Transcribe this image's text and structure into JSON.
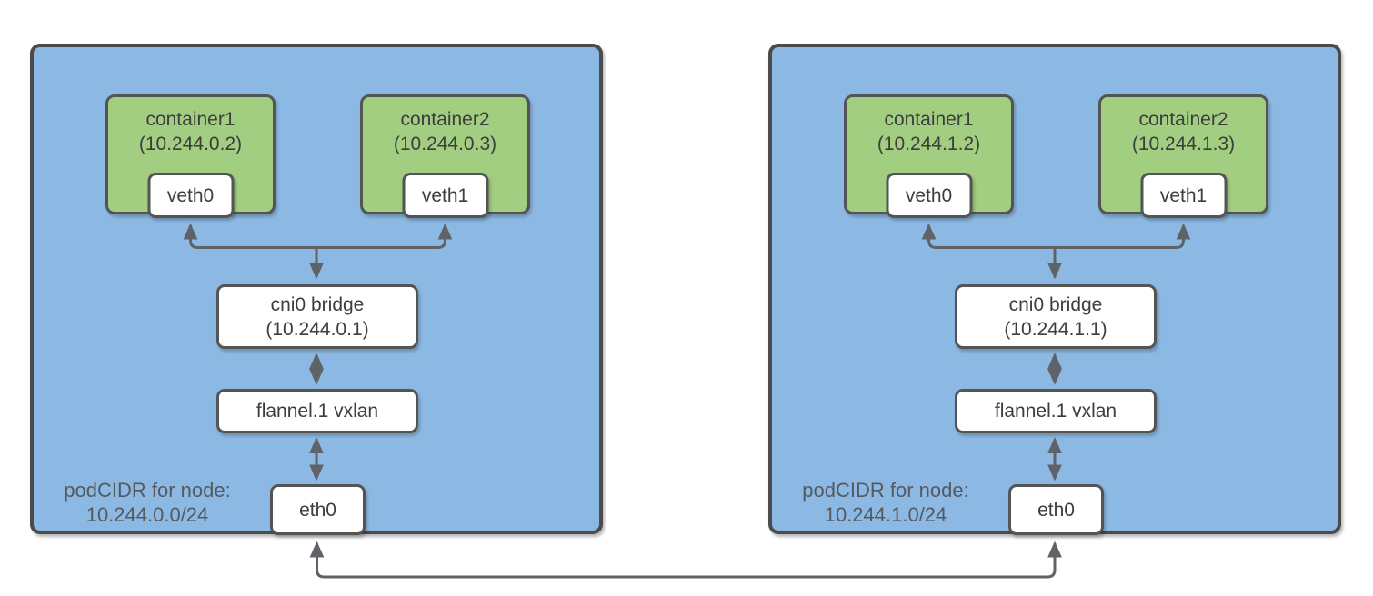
{
  "colors": {
    "node_fill": "#8cb9e3",
    "node_border": "#4b4b4b",
    "container_fill": "#a1ce80",
    "box_border": "#545454",
    "box_fill": "#ffffff",
    "text": "#3d3d3d",
    "podcidr_text": "#555a60",
    "arrow": "#5f6368"
  },
  "nodes": [
    {
      "podcidr_label": "podCIDR for node:",
      "podcidr_value": "10.244.0.0/24",
      "containers": [
        {
          "name": "container1",
          "ip": "(10.244.0.2)",
          "veth": "veth0"
        },
        {
          "name": "container2",
          "ip": "(10.244.0.3)",
          "veth": "veth1"
        }
      ],
      "bridge_name": "cni0 bridge",
      "bridge_ip": "(10.244.0.1)",
      "vxlan_label": "flannel.1 vxlan",
      "eth_label": "eth0"
    },
    {
      "podcidr_label": "podCIDR for node:",
      "podcidr_value": "10.244.1.0/24",
      "containers": [
        {
          "name": "container1",
          "ip": "(10.244.1.2)",
          "veth": "veth0"
        },
        {
          "name": "container2",
          "ip": "(10.244.1.3)",
          "veth": "veth1"
        }
      ],
      "bridge_name": "cni0 bridge",
      "bridge_ip": "(10.244.1.1)",
      "vxlan_label": "flannel.1 vxlan",
      "eth_label": "eth0"
    }
  ]
}
